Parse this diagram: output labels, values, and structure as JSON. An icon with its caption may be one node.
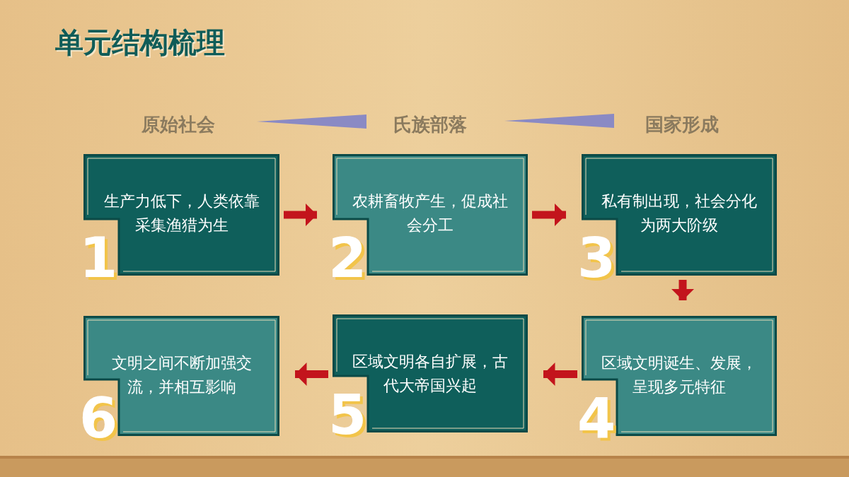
{
  "diagram": {
    "title": "单元结构梳理",
    "nodes": [
      {
        "text": [
          "生产力低下，人类依靠采集渔猎为生",
          "1"
        ]
      },
      {
        "text": [
          "农耕畜牧产生，促成社会分工",
          "2"
        ]
      },
      {
        "text": [
          "私有制出现，社会分化为两大阶级",
          "3"
        ]
      },
      {
        "text": [
          "区域文明诞生、发展，呈现多元特征",
          "4"
        ]
      },
      {
        "text": [
          "区域文明各自扩展，古代大帝国兴起",
          "5"
        ]
      },
      {
        "text": [
          "文明之间不断加强交流，并相互影响",
          "6"
        ]
      },
      {
        "text": [],
        "shape": "wedge"
      },
      {
        "text": [],
        "shape": "wedge"
      }
    ],
    "edges": [
      {
        "from": 0,
        "to": 1,
        "arrow": "to"
      },
      {
        "from": 1,
        "to": 2,
        "arrow": "to"
      },
      {
        "from": 2,
        "to": 3,
        "arrow": "to"
      },
      {
        "from": 3,
        "to": 4,
        "arrow": "to"
      },
      {
        "from": 4,
        "to": 5,
        "arrow": "to"
      }
    ],
    "labels": [
      "原始社会",
      "氏族部落",
      "国家形成"
    ]
  }
}
